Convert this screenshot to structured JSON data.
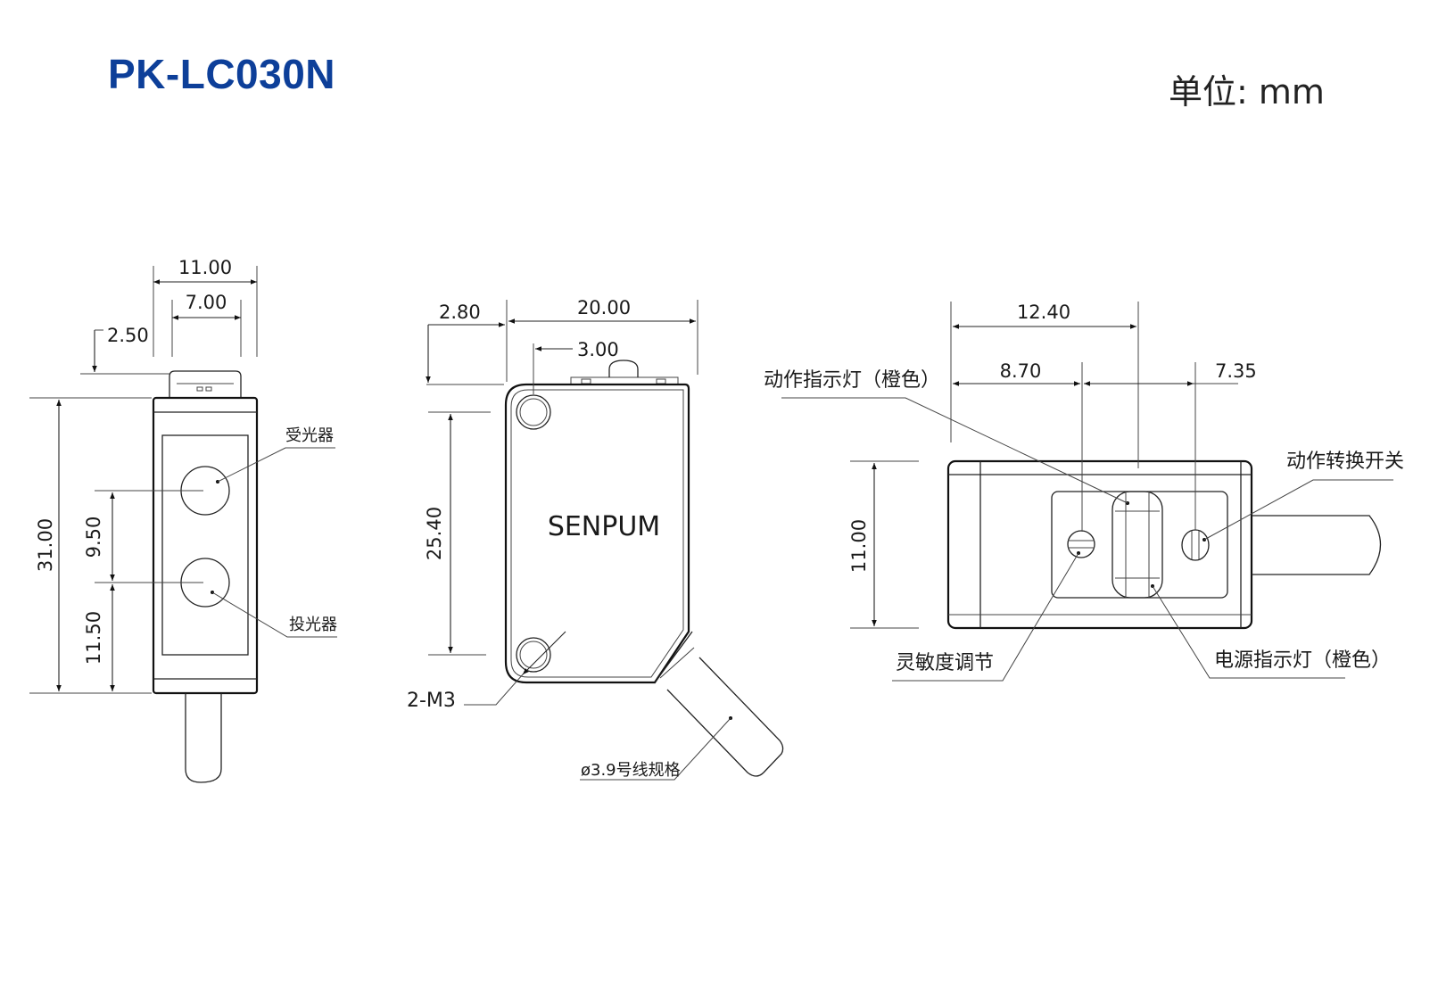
{
  "header": {
    "model": "PK-LC030N",
    "unit": "单位: mm",
    "accent_color": "#0d3f99"
  },
  "brand_marking": "SENPUM",
  "front_view": {
    "dims": {
      "width": "11.00",
      "lens_spacing": "7.00",
      "top_offset": "2.50",
      "height": "31.00",
      "lens_pitch": "9.50",
      "lens_bottom": "11.50"
    },
    "labels": {
      "receiver": "受光器",
      "emitter": "投光器"
    }
  },
  "side_view": {
    "dims": {
      "top_offset": "2.80",
      "length": "20.00",
      "hole_offset": "3.00",
      "hole_pitch": "25.40"
    },
    "labels": {
      "mount_holes": "2-M3",
      "cable_spec": "ø3.9号线规格"
    }
  },
  "top_view": {
    "dims": {
      "panel_offset": "12.40",
      "knob_offset": "8.70",
      "switch_offset": "7.35",
      "width": "11.00"
    },
    "labels": {
      "action_indicator": "动作指示灯（橙色）",
      "mode_switch": "动作转换开关",
      "sensitivity_adjust": "灵敏度调节",
      "power_indicator": "电源指示灯（橙色）"
    }
  }
}
